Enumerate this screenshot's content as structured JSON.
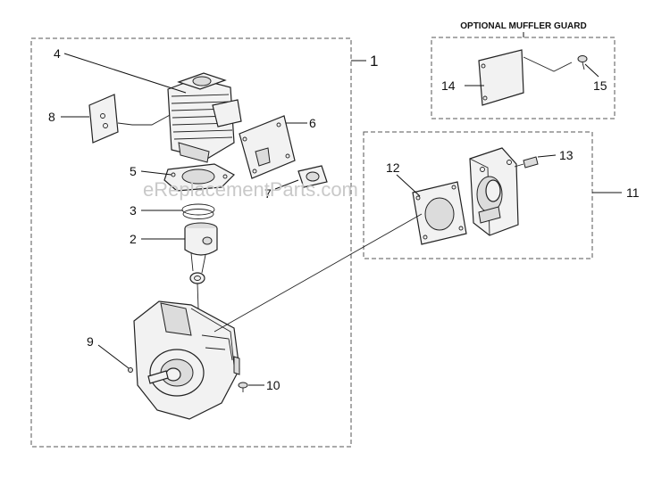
{
  "diagram": {
    "optional_group_title": "OPTIONAL MUFFLER GUARD",
    "watermark": "eReplacementParts.com",
    "callouts": {
      "c1": "1",
      "c2": "2",
      "c3": "3",
      "c4": "4",
      "c5": "5",
      "c6": "6",
      "c7": "7",
      "c8": "8",
      "c9": "9",
      "c10": "10",
      "c11": "11",
      "c12": "12",
      "c13": "13",
      "c14": "14",
      "c15": "15"
    }
  }
}
